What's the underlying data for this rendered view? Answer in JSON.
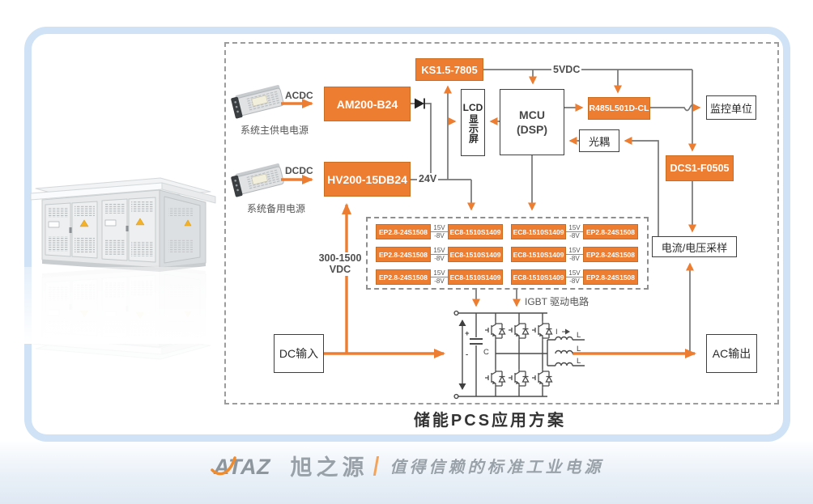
{
  "title": "储能PCS应用方案",
  "power_sources": {
    "main": {
      "caption": "系统主供电电源",
      "wire_label": "ACDC",
      "module": "AM200-B24"
    },
    "backup": {
      "caption": "系统备用电源",
      "wire_label": "DCDC",
      "module": "HV200-15DB24"
    }
  },
  "modules": {
    "ks": "KS1.5-7805",
    "r485": "R485L501D-CL",
    "dcs": "DCS1-F0505"
  },
  "nodes": {
    "lcd_top": "LCD",
    "lcd_chars": "显示屏",
    "mcu_line1": "MCU",
    "mcu_line2": "(DSP)",
    "monitor": "监控单位",
    "opto": "光耦",
    "sampling": "电流/电压采样",
    "dc_in": "DC输入",
    "ac_out": "AC输出"
  },
  "wire_labels": {
    "v24": "24V",
    "v5": "5VDC",
    "vdc_range_line1": "300-1500",
    "vdc_range_line2": "VDC",
    "igbt": "IGBT 驱动电路"
  },
  "driver_rows": [
    {
      "ep_left": "EP2.8-24S1508",
      "v1_top": "15V",
      "v1_bot": "-8V",
      "ec_left": "EC8-1510S1409",
      "ec_right": "EC8-1510S1409",
      "v2_top": "15V",
      "v2_bot": "-8V",
      "ep_right": "EP2.8-24S1508"
    },
    {
      "ep_left": "EP2.8-24S1508",
      "v1_top": "15V",
      "v1_bot": "-8V",
      "ec_left": "EC8-1510S1409",
      "ec_right": "EC8-1510S1409",
      "v2_top": "15V",
      "v2_bot": "-8V",
      "ep_right": "EP2.8-24S1508"
    },
    {
      "ep_left": "EP2.8-24S1508",
      "v1_top": "15V",
      "v1_bot": "-8V",
      "ec_left": "EC8-1510S1409",
      "ec_right": "EC8-1510S1409",
      "v2_top": "15V",
      "v2_bot": "-8V",
      "ep_right": "EP2.8-24S1508"
    }
  ],
  "circuit": {
    "cap": "C",
    "cap_plus": "+",
    "cap_minus": "-",
    "inductor": "L",
    "current": "I"
  },
  "footer": {
    "brand": "ATAZ",
    "brand_cn": "旭之源",
    "slogan": "值得信赖的标准工业电源"
  },
  "colors": {
    "accent": "#ED7D31",
    "wire": "#767676",
    "card_border": "#cfe2f6"
  }
}
